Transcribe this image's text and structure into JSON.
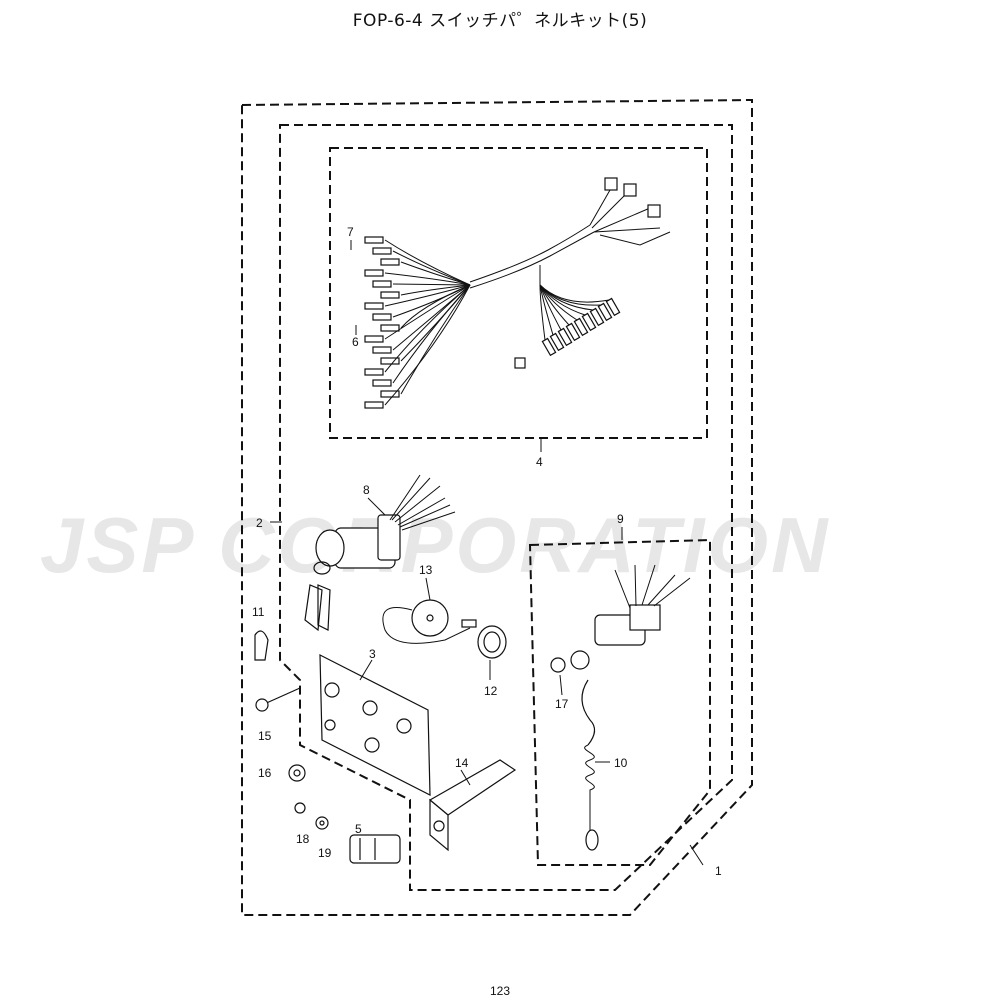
{
  "title": "FOP-6-4 スイッチパ゜ネルキット(5)",
  "watermark": "JSP CORPORATION",
  "page_number": "123",
  "callouts": {
    "c1": "1",
    "c2": "2",
    "c3": "3",
    "c4": "4",
    "c5": "5",
    "c6": "6",
    "c7": "7",
    "c8": "8",
    "c9": "9",
    "c10": "10",
    "c11": "11",
    "c12": "12",
    "c13": "13",
    "c14": "14",
    "c15": "15",
    "c16": "16",
    "c17": "17",
    "c18": "18",
    "c19": "19"
  }
}
